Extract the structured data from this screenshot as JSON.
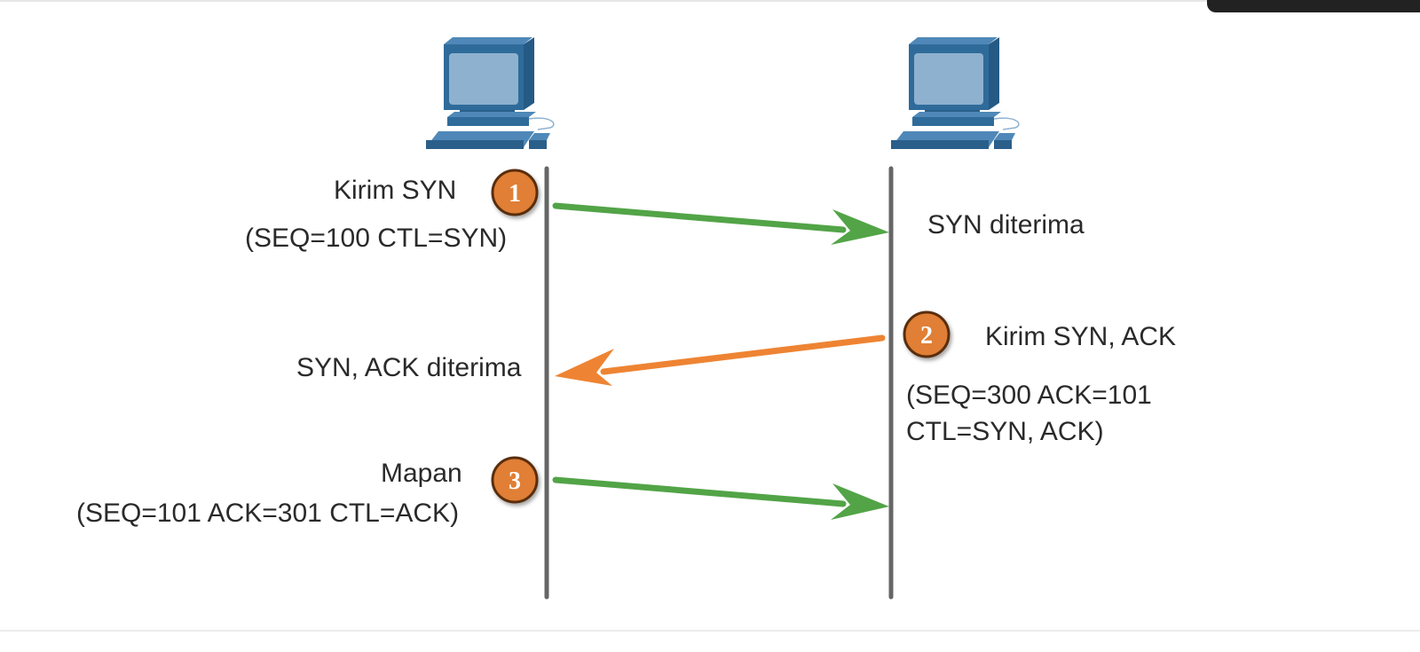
{
  "colors": {
    "syn_arrow": "#52a447",
    "synack_arrow": "#ee8433",
    "step_badge": "#e07f34",
    "timeline": "#666666",
    "computer_body": "#2f6b9a",
    "computer_screen": "#8eb1cf"
  },
  "icons": {
    "client": "desktop-computer-icon",
    "server": "desktop-computer-icon"
  },
  "steps": [
    {
      "number": "1",
      "left_line1": "Kirim SYN",
      "left_line2": "(SEQ=100 CTL=SYN)",
      "right_line1": "SYN diterima"
    },
    {
      "number": "2",
      "right_line1": "Kirim SYN, ACK",
      "right_line2": "(SEQ=300 ACK=101",
      "right_line3": "CTL=SYN, ACK)",
      "left_line1": "SYN, ACK diterima"
    },
    {
      "number": "3",
      "left_line1": "Mapan",
      "left_line2": "(SEQ=101 ACK=301 CTL=ACK)"
    }
  ]
}
